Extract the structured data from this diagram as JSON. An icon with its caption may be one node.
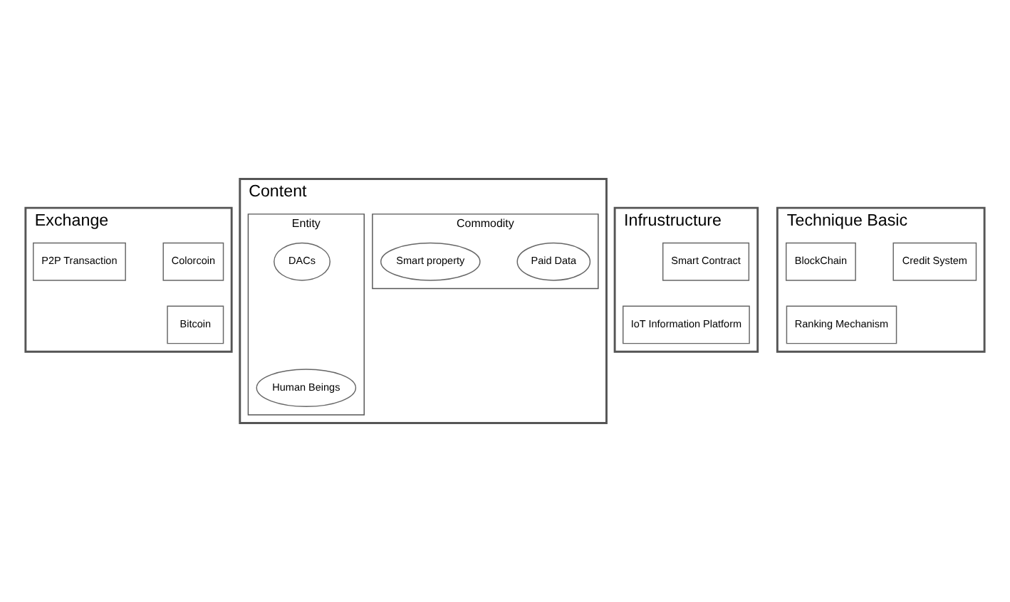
{
  "diagram": {
    "nodes": [
      {
        "text": [
          "Exchange"
        ]
      },
      {
        "text": [
          "Colorcoin"
        ],
        "in": 0
      },
      {
        "text": [
          "P2P Transaction"
        ],
        "in": 0
      },
      {
        "text": [
          "Bitcoin"
        ],
        "in": 0
      },
      {
        "text": [
          "Content"
        ]
      },
      {
        "text": [
          "Entity"
        ],
        "in": 4
      },
      {
        "text": [
          "Human Beings"
        ],
        "in": 5
      },
      {
        "text": [
          "DACs"
        ],
        "in": 5
      },
      {
        "text": [
          "Commodity"
        ],
        "in": 4
      },
      {
        "text": [
          "Paid Data"
        ],
        "in": 8
      },
      {
        "text": [
          "Smart property"
        ],
        "in": 8
      },
      {
        "text": [
          "Infrustructure"
        ]
      },
      {
        "text": [
          "IoT Information Platform"
        ],
        "in": 11
      },
      {
        "text": [
          "Smart Contract"
        ],
        "in": 11
      },
      {
        "text": [
          "Technique Basic"
        ]
      },
      {
        "text": [
          "Ranking Mechanism"
        ],
        "in": 14
      },
      {
        "text": [
          "Credit System"
        ],
        "in": 14
      },
      {
        "text": [
          "BlockChain"
        ],
        "in": 14
      }
    ],
    "edges": []
  }
}
